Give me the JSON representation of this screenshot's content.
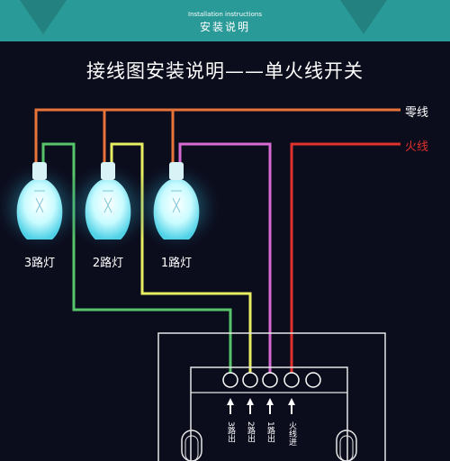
{
  "header": {
    "subtitle": "Installation instructions",
    "title": "安装说明"
  },
  "diagram": {
    "title": "接线图安装说明——单火线开关",
    "wires": {
      "neutral": {
        "label": "零线",
        "color": "#e8743a"
      },
      "live": {
        "label": "火线",
        "color": "#e0312c"
      }
    },
    "lamps": [
      {
        "label": "3路灯",
        "wire_color": "#57c46b"
      },
      {
        "label": "2路灯",
        "wire_color": "#e7ee62"
      },
      {
        "label": "1路灯",
        "wire_color": "#d76ad2"
      }
    ],
    "terminals": [
      {
        "label": "3路出"
      },
      {
        "label": "2路出"
      },
      {
        "label": "1路出"
      },
      {
        "label": "火线进"
      }
    ]
  }
}
